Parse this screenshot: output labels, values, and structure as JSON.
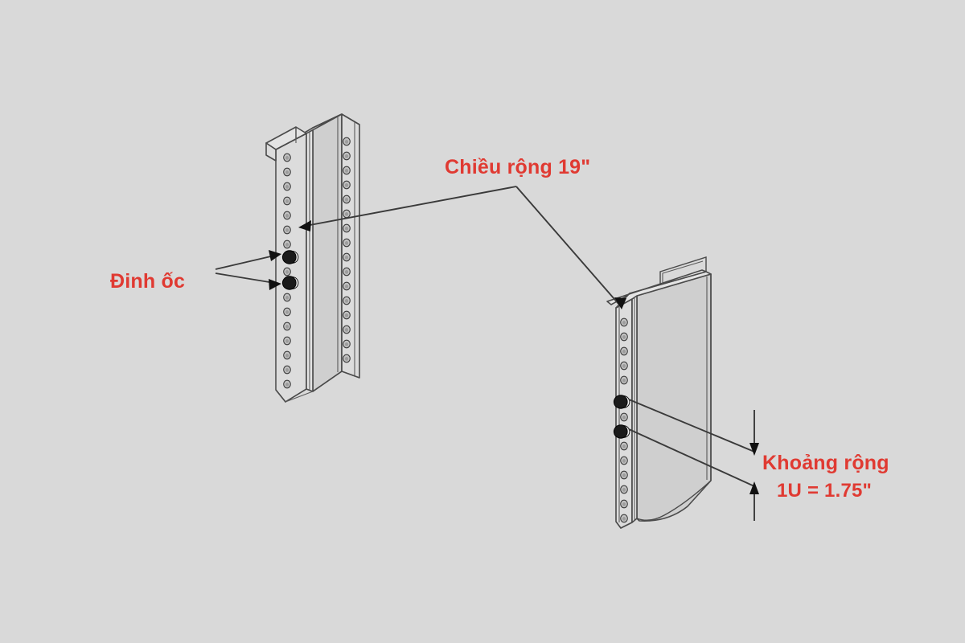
{
  "diagram": {
    "title": "Rack rail mounting dimensions",
    "background_color": "#d9d9d9",
    "label_color": "#e03a32",
    "line_color": "#3a3a3a",
    "metal_fill": "#dcdcdc",
    "labels": {
      "width": "Chiều rộng 19\"",
      "screws": "Đinh ốc",
      "spacing_line1": "Khoảng rộng",
      "spacing_line2": "1U = 1.75\""
    },
    "annotations": [
      {
        "name": "width-callout",
        "text": "Chiều rộng 19\"",
        "points_to": [
          "left-rail-front-flange",
          "right-rail-front-flange"
        ]
      },
      {
        "name": "screws-callout",
        "text": "Đinh ốc",
        "points_to": [
          "left-rail-screw-upper",
          "left-rail-screw-lower"
        ]
      },
      {
        "name": "spacing-callout",
        "text_lines": [
          "Khoảng rộng",
          "1U = 1.75\""
        ],
        "points_to": [
          "right-rail-screw-upper",
          "right-rail-screw-lower"
        ]
      }
    ],
    "parts": {
      "left_rail": {
        "name": "left-rack-rail",
        "type": "C-channel vertical mounting rail",
        "hole_columns": 2,
        "screw_count": 2
      },
      "right_rail": {
        "name": "right-rack-rail",
        "type": "C-channel vertical mounting rail",
        "hole_columns": 1,
        "screw_count": 2
      }
    },
    "measurements": {
      "rack_width": "19\"",
      "rack_unit": "1U",
      "rack_unit_height": "1.75\""
    }
  }
}
